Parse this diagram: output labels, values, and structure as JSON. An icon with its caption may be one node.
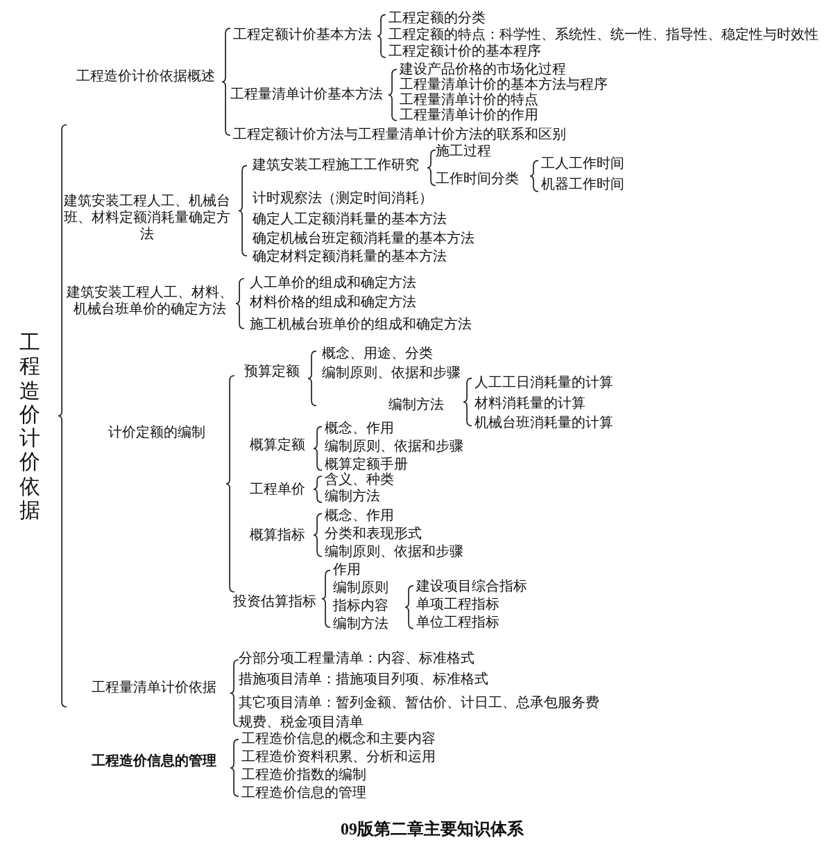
{
  "diagram": {
    "caption": "09版第二章主要知识体系",
    "labels": [
      "工程造价计价依据",
      "工程造价计价依据概述",
      "工程定额计价基本方法",
      "工程定额的分类",
      "工程定额的特点：科学性、系统性、统一性、指导性、稳定性与时效性",
      "工程定额计价的基本程序",
      "工程量清单计价基本方法",
      "建设产品价格的市场化过程",
      "工程量清单计价的基本方法与程序",
      "工程量清单计价的特点",
      "工程量清单计价的作用",
      "工程定额计价方法与工程量清单计价方法的联系和区别",
      "建筑安装工程人工、机械台班、材料定额消耗量确定方法",
      "建筑安装工程施工工作研究",
      "施工过程",
      "工作时间分类",
      "工人工作时间",
      "机器工作时间",
      "计时观察法（测定时间消耗）",
      "确定人工定额消耗量的基本方法",
      "确定机械台班定额消耗量的基本方法",
      "确定材料定额消耗量的基本方法",
      "建筑安装工程人工、材料、机械台班单价的确定方法",
      "人工单价的组成和确定方法",
      "材料价格的组成和确定方法",
      "施工机械台班单价的组成和确定方法",
      "计价定额的编制",
      "预算定额",
      "概念、用途、分类",
      "编制原则、依据和步骤",
      "编制方法",
      "人工工日消耗量的计算",
      "材料消耗量的计算",
      "机械台班消耗量的计算",
      "概算定额",
      "概念、作用",
      "编制原则、依据和步骤",
      "概算定额手册",
      "工程单价",
      "含义、种类",
      "编制方法",
      "概算指标",
      "概念、作用",
      "分类和表现形式",
      "编制原则、依据和步骤",
      "投资估算指标",
      "作用",
      "编制原则",
      "指标内容",
      "编制方法",
      "建设项目综合指标",
      "单项工程指标",
      "单位工程指标",
      "工程量清单计价依据",
      "分部分项工程量清单：内容、标准格式",
      "措施项目清单：措施项目列项、标准格式",
      "其它项目清单：暂列金额、暂估价、计日工、总承包服务费",
      "规费、税金项目清单",
      "工程造价信息的管理",
      "工程造价信息的概念和主要内容",
      "工程造价资料积累、分析和运用",
      "工程造价指数的编制",
      "工程造价信息的管理"
    ]
  }
}
